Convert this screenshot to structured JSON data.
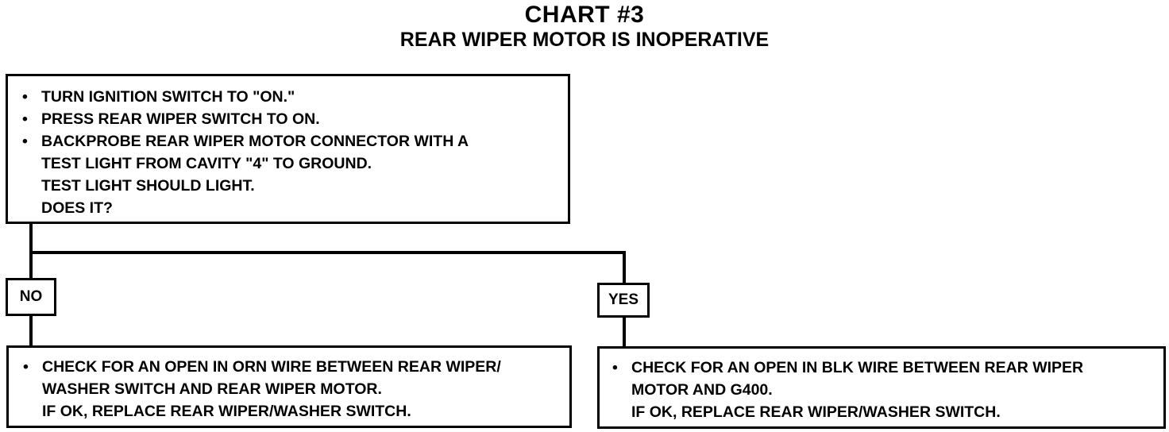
{
  "title": "CHART #3",
  "subtitle": "REAR WIPER MOTOR IS INOPERATIVE",
  "bullet": "•",
  "start_box": {
    "steps": [
      "TURN IGNITION SWITCH TO \"ON.\"",
      "PRESS REAR WIPER SWITCH TO ON.",
      "BACKPROBE REAR WIPER MOTOR CONNECTOR WITH A"
    ],
    "continuation": [
      "TEST LIGHT FROM CAVITY \"4\" TO GROUND.",
      "TEST LIGHT SHOULD LIGHT.",
      "DOES IT?"
    ]
  },
  "no_label": "NO",
  "yes_label": "YES",
  "no_box": {
    "first": "CHECK FOR AN OPEN IN ORN WIRE BETWEEN REAR WIPER/",
    "continuation": [
      "WASHER SWITCH AND REAR WIPER MOTOR.",
      "IF OK, REPLACE REAR WIPER/WASHER SWITCH."
    ]
  },
  "yes_box": {
    "first": "CHECK FOR AN OPEN IN BLK WIRE BETWEEN REAR WIPER",
    "continuation": [
      "MOTOR AND G400.",
      "IF OK, REPLACE REAR WIPER/WASHER SWITCH."
    ]
  }
}
